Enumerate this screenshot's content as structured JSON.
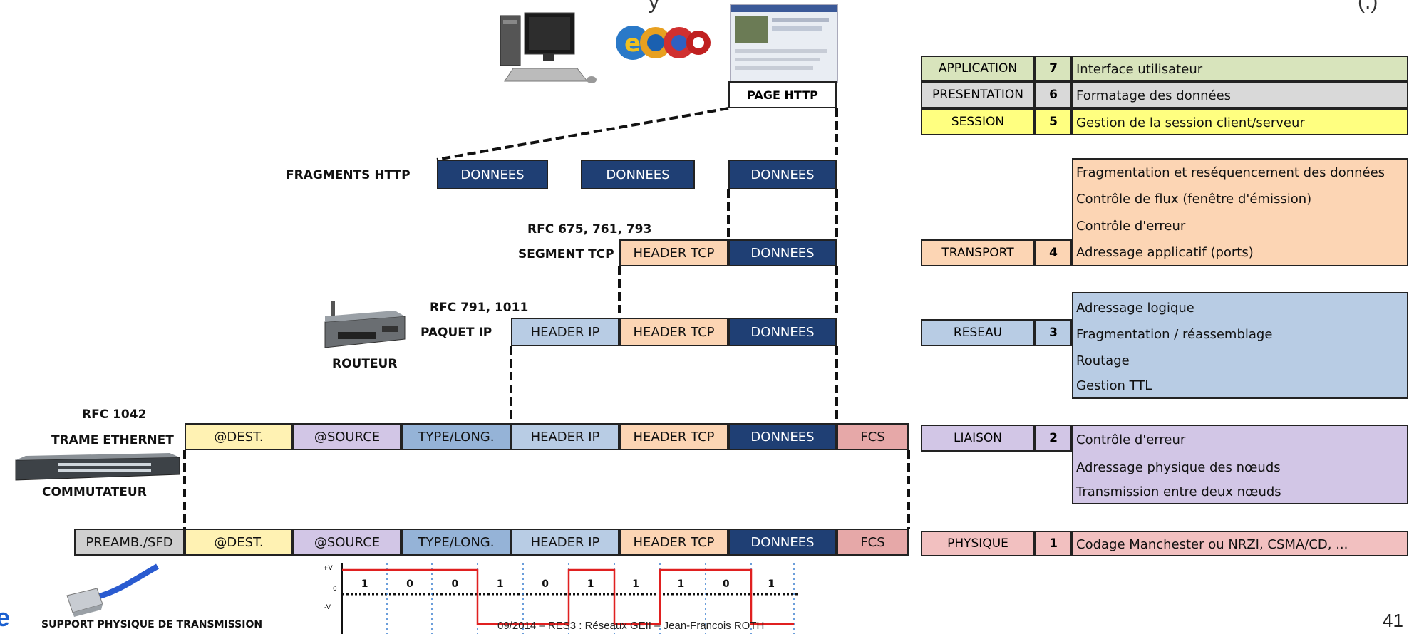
{
  "top_text": {
    "left": "y",
    "right": "(.)"
  },
  "page_http": "PAGE HTTP",
  "fragments": {
    "label": "FRAGMENTS HTTP",
    "d1": "DONNEES",
    "d2": "DONNEES",
    "d3": "DONNEES"
  },
  "segment": {
    "rfc": "RFC 675, 761, 793",
    "label": "SEGMENT TCP",
    "header_tcp": "HEADER TCP",
    "donnees": "DONNEES"
  },
  "paquet": {
    "rfc": "RFC 791, 1011",
    "label": "PAQUET IP",
    "header_ip": "HEADER IP",
    "header_tcp": "HEADER TCP",
    "donnees": "DONNEES",
    "router_label": "ROUTEUR"
  },
  "trame": {
    "rfc": "RFC 1042",
    "label": "TRAME ETHERNET",
    "switch_label": "COMMUTATEUR",
    "dest": "@DEST.",
    "src": "@SOURCE",
    "type": "TYPE/LONG.",
    "header_ip": "HEADER IP",
    "header_tcp": "HEADER TCP",
    "donnees": "DONNEES",
    "fcs": "FCS"
  },
  "physique": {
    "preamb": "PREAMB./SFD",
    "dest": "@DEST.",
    "src": "@SOURCE",
    "type": "TYPE/LONG.",
    "header_ip": "HEADER IP",
    "header_tcp": "HEADER TCP",
    "donnees": "DONNEES",
    "fcs": "FCS",
    "support_label": "SUPPORT PHYSIQUE DE TRANSMISSION"
  },
  "signal": {
    "plus_v": "+V",
    "zero": "0",
    "minus_v": "-V",
    "bits": [
      "1",
      "0",
      "0",
      "1",
      "0",
      "1",
      "1",
      "1",
      "0",
      "1"
    ]
  },
  "osi": {
    "application": {
      "name": "APPLICATION",
      "num": "7",
      "desc": "Interface utilisateur"
    },
    "presentation": {
      "name": "PRESENTATION",
      "num": "6",
      "desc": "Formatage des données"
    },
    "session": {
      "name": "SESSION",
      "num": "5",
      "desc": "Gestion de la session client/serveur"
    },
    "transport": {
      "name": "TRANSPORT",
      "num": "4",
      "lines": [
        "Fragmentation et reséquencement des données",
        "Contrôle de flux (fenêtre d'émission)",
        "Contrôle d'erreur",
        "Adressage applicatif (ports)"
      ]
    },
    "reseau": {
      "name": "RESEAU",
      "num": "3",
      "lines": [
        "Adressage logique",
        "Fragmentation / réassemblage",
        "Routage",
        "Gestion TTL"
      ]
    },
    "liaison": {
      "name": "LIAISON",
      "num": "2",
      "lines": [
        "Contrôle d'erreur",
        "Adressage physique des nœuds",
        "Transmission entre deux nœuds"
      ]
    },
    "physique": {
      "name": "PHYSIQUE",
      "num": "1",
      "desc": "Codage Manchester ou NRZI, CSMA/CD, ..."
    }
  },
  "footer": {
    "text": "09/2014 – RES3 : Réseaux GEII – Jean-Francois ROTH",
    "page": "41",
    "edge_letter": "e"
  },
  "colors": {
    "dark": "#1f3f74",
    "application": "#d8e4bc",
    "presentation": "#d9d9d9",
    "session": "#ffff80",
    "transport": "#fcd5b4",
    "reseau": "#b8cce4",
    "liaison": "#d2c6e6",
    "physique": "#f2c0c0"
  }
}
